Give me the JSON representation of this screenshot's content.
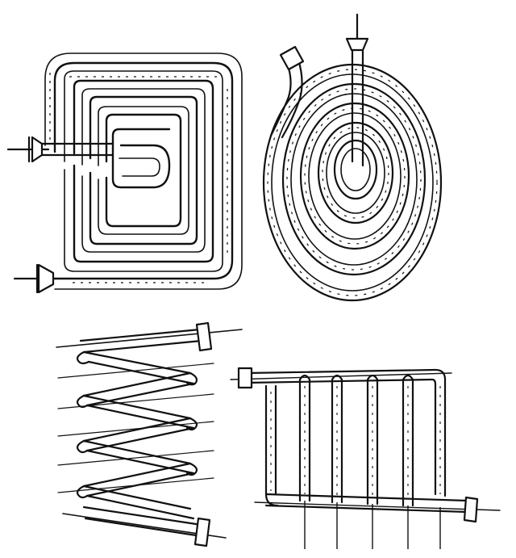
{
  "figure": {
    "background_color": "#ffffff",
    "ink_color": "#111111",
    "panels": [
      {
        "id": "square-spiral-coil",
        "shape": "square spiral heating coil"
      },
      {
        "id": "round-spiral-coil",
        "shape": "circular spiral heating coil"
      },
      {
        "id": "helical-coil",
        "shape": "helical heating coil"
      },
      {
        "id": "serpentine-coil",
        "shape": "serpentine (U-bend) heating coil"
      }
    ]
  }
}
